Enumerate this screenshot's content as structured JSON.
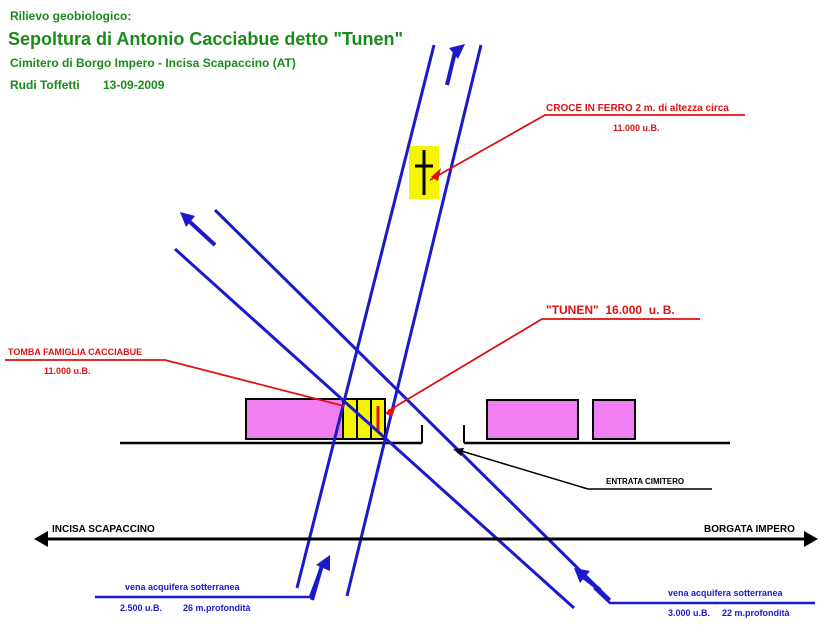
{
  "header": {
    "line1": "Rilievo geobiologico:",
    "line2": "Sepoltura di Antonio Cacciabue detto \"Tunen\"",
    "line3": "Cimitero di Borgo Impero - Incisa Scapaccino (AT)",
    "author": "Rudi Toffetti",
    "date": "13-09-2009"
  },
  "labels": {
    "cross_title": "CROCE IN FERRO 2 m. di altezza circa",
    "cross_value": "11.000 u.B.",
    "tunen": "\"TUNEN\"  16.000  u. B.",
    "family_tomb_title": "TOMBA FAMIGLIA CACCIABUE",
    "family_tomb_value": "11.000 u.B.",
    "entrance": "ENTRATA CIMITERO",
    "road_left": "INCISA SCAPACCINO",
    "road_right": "BORGATA IMPERO",
    "vein_left_title": "vena acquifera sotterranea",
    "vein_left_ub": "2.500 u.B.",
    "vein_left_depth": "26 m.profondità",
    "vein_right_title": "vena acquifera sotterranea",
    "vein_right_ub": "3.000 u.B.",
    "vein_right_depth": "22 m.profondità"
  },
  "colors": {
    "title_green": "#1a8a1a",
    "annotation_red": "#e01010",
    "vein_blue": "#1a1acc",
    "tomb_pink": "#f27ff2",
    "grave_yellow": "#f5f500"
  }
}
